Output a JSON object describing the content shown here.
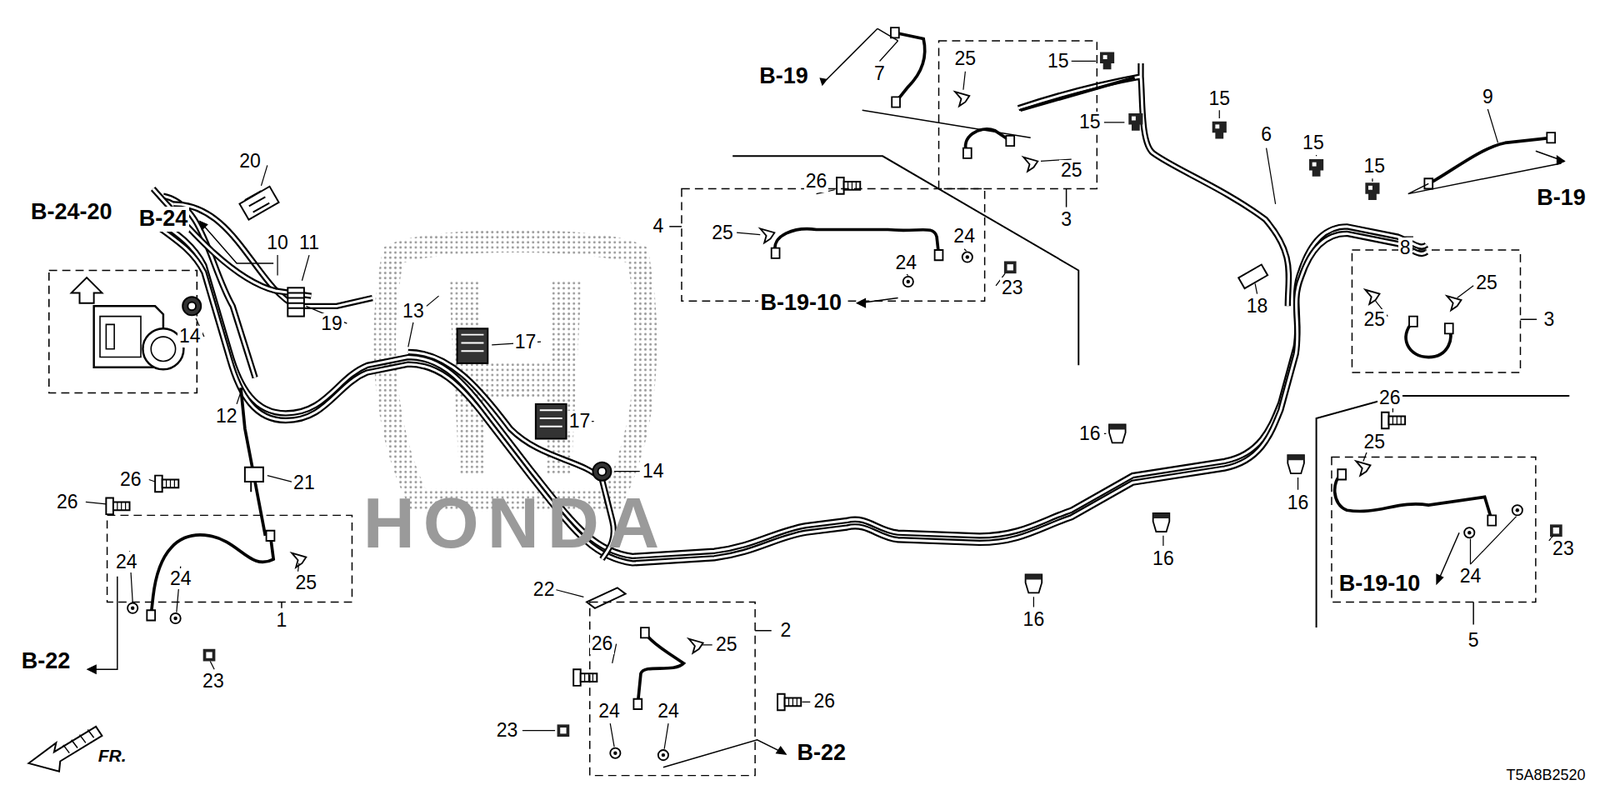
{
  "diagram": {
    "labels": [
      "B-19",
      "7",
      "25",
      "15",
      "15",
      "15",
      "6",
      "15",
      "15",
      "9",
      "B-19",
      "25",
      "3",
      "B-24-20",
      "20",
      "B-24",
      "10",
      "11",
      "4",
      "26",
      "25",
      "24",
      "24",
      "23",
      "B-19-10",
      "8",
      "25",
      "25",
      "3",
      "18",
      "13",
      "19",
      "17",
      "14",
      "12",
      "17",
      "14",
      "16",
      "26",
      "25",
      "16",
      "26",
      "26",
      "21",
      "16",
      "23",
      "24",
      "B-19-10",
      "24",
      "24",
      "25",
      "22",
      "1",
      "16",
      "2",
      "5",
      "26",
      "25",
      "B-22",
      "23",
      "26",
      "24",
      "24",
      "23",
      "B-22",
      "FR.",
      "T5A8B2520",
      "HONDA"
    ]
  }
}
